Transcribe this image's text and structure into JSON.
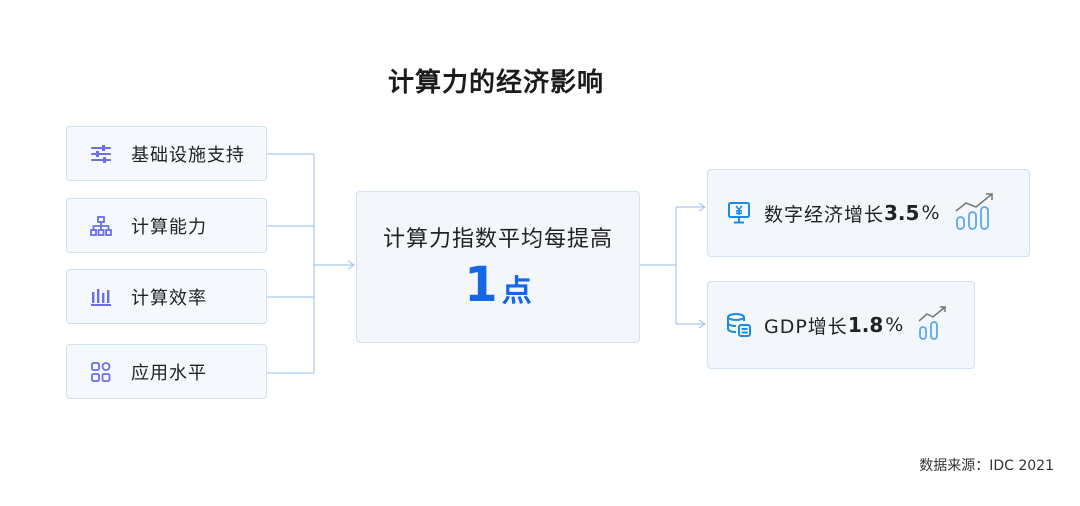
{
  "title": "计算力的经济影响",
  "inputs": [
    {
      "label": "基础设施支持",
      "icon": "sliders-icon"
    },
    {
      "label": "计算能力",
      "icon": "hierarchy-icon"
    },
    {
      "label": "计算效率",
      "icon": "bar-chart-icon"
    },
    {
      "label": "应用水平",
      "icon": "apps-grid-icon"
    }
  ],
  "center": {
    "text": "计算力指数平均每提高",
    "number": "1",
    "unit": "点"
  },
  "outputs": [
    {
      "label": "数字经济增长",
      "value": "3.5",
      "unit": "%",
      "icon": "yuan-monitor-icon"
    },
    {
      "label": "GDP增长",
      "value": "1.8",
      "unit": "%",
      "icon": "database-icon"
    }
  ],
  "source": "数据来源：IDC 2021",
  "colors": {
    "accent": "#1468e6",
    "line": "#9dc2ec",
    "icon_purple": "#6b6ee8"
  }
}
